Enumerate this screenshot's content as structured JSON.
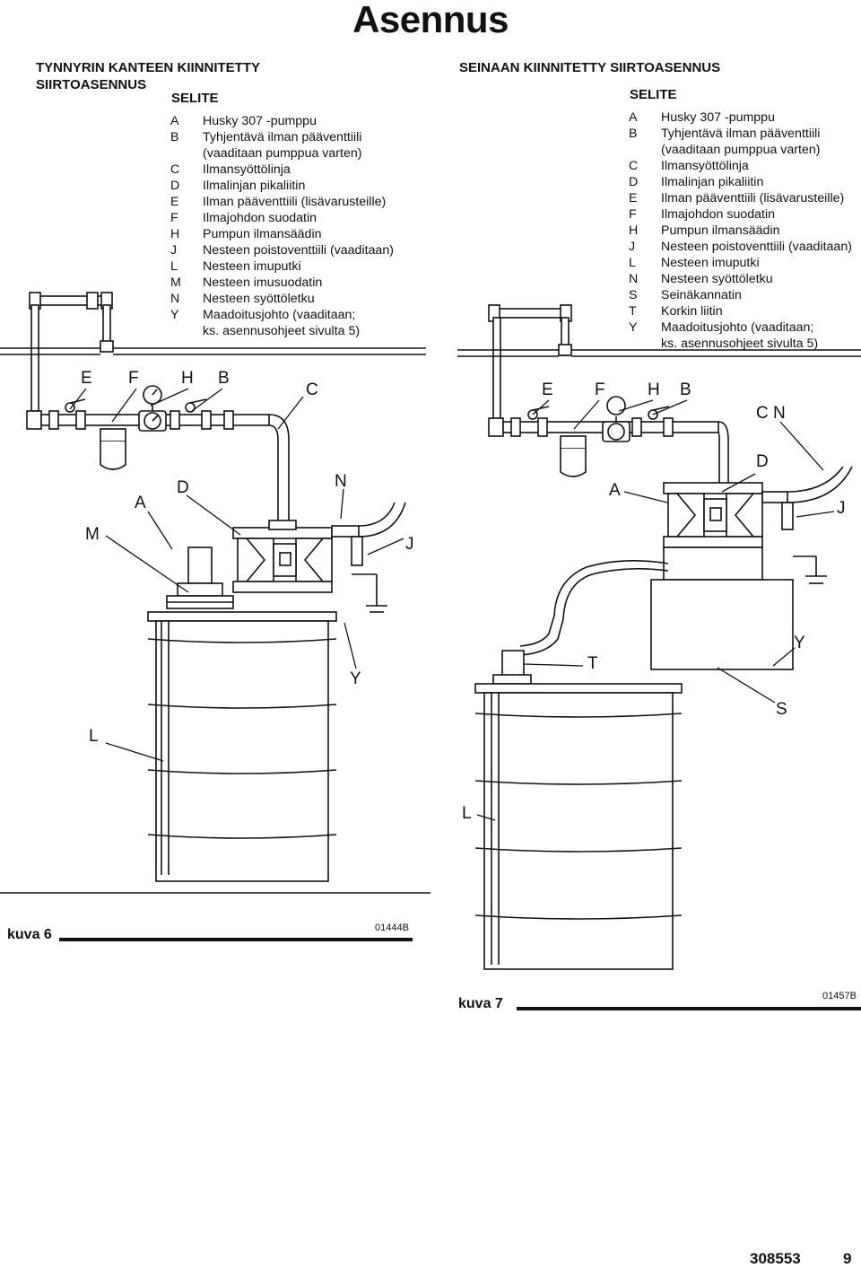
{
  "page_title": "Asennus",
  "left_section": {
    "title_line1": "TYNNYRIN KANTEEN KIINNITETTY",
    "title_line2": "SIIRTOASENNUS",
    "legend_heading": "SELITE",
    "legend": [
      {
        "key": "A",
        "lines": [
          "Husky 307 -pumppu"
        ]
      },
      {
        "key": "B",
        "lines": [
          "Tyhjentävä ilman pääventtiili",
          "(vaaditaan pumppua varten)"
        ]
      },
      {
        "key": "C",
        "lines": [
          "Ilmansyöttölinja"
        ]
      },
      {
        "key": "D",
        "lines": [
          "Ilmalinjan pikaliitin"
        ]
      },
      {
        "key": "E",
        "lines": [
          "Ilman pääventtiili (lisävarusteille)"
        ]
      },
      {
        "key": "F",
        "lines": [
          "Ilmajohdon suodatin"
        ]
      },
      {
        "key": "H",
        "lines": [
          "Pumpun ilmansäädin"
        ]
      },
      {
        "key": "J",
        "lines": [
          "Nesteen poistoventtiili (vaaditaan)"
        ]
      },
      {
        "key": "L",
        "lines": [
          "Nesteen imuputki"
        ]
      },
      {
        "key": "M",
        "lines": [
          "Nesteen imusuodatin"
        ]
      },
      {
        "key": "N",
        "lines": [
          "Nesteen syöttöletku"
        ]
      },
      {
        "key": "Y",
        "lines": [
          "Maadoitusjohto (vaaditaan;",
          "ks. asennusohjeet sivulta 5)"
        ]
      }
    ],
    "callouts": [
      "E",
      "F",
      "H",
      "B",
      "C",
      "A",
      "D",
      "N",
      "M",
      "J",
      "Y",
      "L"
    ],
    "figure_label": "kuva 6",
    "figure_code": "01444B"
  },
  "right_section": {
    "title": "SEINAAN KIINNITETTY SIIRTOASENNUS",
    "legend_heading": "SELITE",
    "legend": [
      {
        "key": "A",
        "lines": [
          "Husky 307 -pumppu"
        ]
      },
      {
        "key": "B",
        "lines": [
          "Tyhjentävä ilman pääventtiili",
          "(vaaditaan pumppua varten)"
        ]
      },
      {
        "key": "C",
        "lines": [
          "Ilmansyöttölinja"
        ]
      },
      {
        "key": "D",
        "lines": [
          "Ilmalinjan pikaliitin"
        ]
      },
      {
        "key": "E",
        "lines": [
          "Ilman pääventtiili (lisävarusteille)"
        ]
      },
      {
        "key": "F",
        "lines": [
          "Ilmajohdon suodatin"
        ]
      },
      {
        "key": "H",
        "lines": [
          "Pumpun ilmansäädin"
        ]
      },
      {
        "key": "J",
        "lines": [
          "Nesteen poistoventtiili (vaaditaan)"
        ]
      },
      {
        "key": "L",
        "lines": [
          "Nesteen imuputki"
        ]
      },
      {
        "key": "N",
        "lines": [
          "Nesteen syöttöletku"
        ]
      },
      {
        "key": "S",
        "lines": [
          "Seinäkannatin"
        ]
      },
      {
        "key": "T",
        "lines": [
          "Korkin liitin"
        ]
      },
      {
        "key": "Y",
        "lines": [
          "Maadoitusjohto (vaaditaan;",
          "ks. asennusohjeet sivulta 5)"
        ]
      }
    ],
    "callouts": [
      "E",
      "F",
      "H",
      "B",
      "C N",
      "D",
      "A",
      "J",
      "Y",
      "T",
      "S",
      "L"
    ],
    "figure_label": "kuva 7",
    "figure_code": "01457B"
  },
  "footer": {
    "doc_number": "308553",
    "page_number": "9"
  }
}
